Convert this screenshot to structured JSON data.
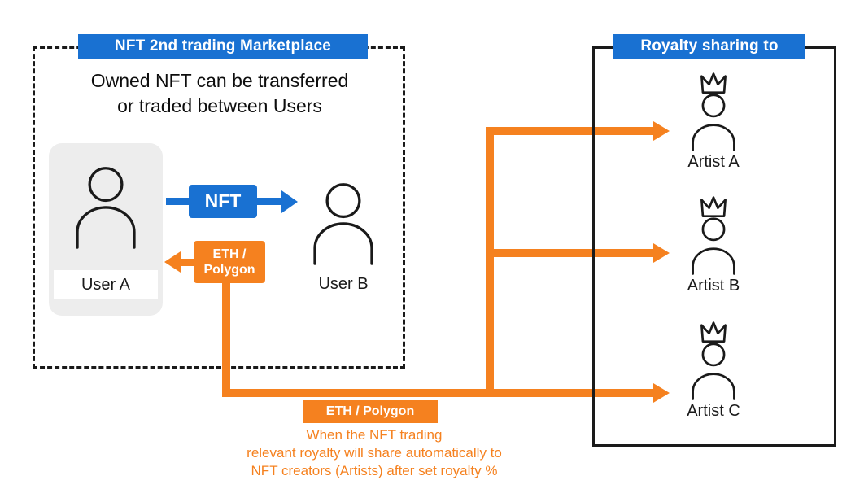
{
  "colors": {
    "blue": "#1971d2",
    "orange": "#f5811f"
  },
  "icons": {
    "user": "person-silhouette",
    "artist": "person-with-crown"
  },
  "marketplace_box": {
    "header": "NFT 2nd trading Marketplace",
    "description_line1": "Owned NFT can be transferred",
    "description_line2": "or traded between Users",
    "user_a_label": "User A",
    "user_b_label": "User B",
    "nft_arrow_label": "NFT",
    "eth_arrow_label_line1": "ETH /",
    "eth_arrow_label_line2": "Polygon"
  },
  "royalty_box": {
    "header": "Royalty sharing to",
    "artists": [
      {
        "label": "Artist A"
      },
      {
        "label": "Artist B"
      },
      {
        "label": "Artist C"
      }
    ]
  },
  "royalty_flow": {
    "badge": "ETH / Polygon",
    "caption_line1": "When the NFT trading",
    "caption_line2": "relevant royalty will share automatically to",
    "caption_line3": "NFT creators (Artists) after set royalty %"
  }
}
